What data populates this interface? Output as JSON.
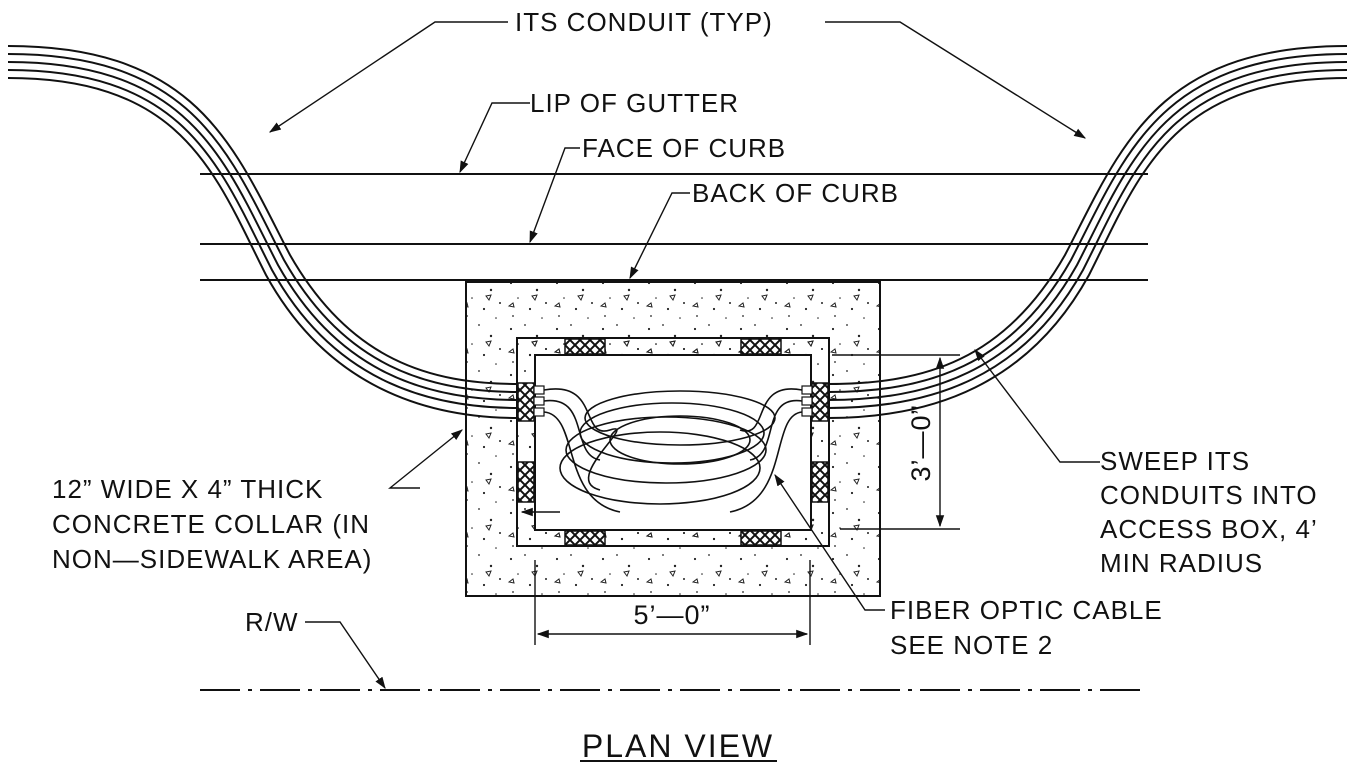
{
  "labels": {
    "its_conduit": "ITS CONDUIT (TYP)",
    "lip_of_gutter": "LIP OF GUTTER",
    "face_of_curb": "FACE OF CURB",
    "back_of_curb": "BACK OF CURB",
    "collar_line1": "12” WIDE X 4” THICK",
    "collar_line2": "CONCRETE COLLAR (IN",
    "collar_line3": "NON—SIDEWALK AREA)",
    "sweep_line1": "SWEEP ITS",
    "sweep_line2": "CONDUITS INTO",
    "sweep_line3": "ACCESS BOX, 4’",
    "sweep_line4": "MIN RADIUS",
    "fiber_line1": "FIBER OPTIC CABLE",
    "fiber_line2": "SEE NOTE 2",
    "rw": "R/W",
    "dim_width": "5’—0”",
    "dim_height": "3’—0”",
    "view_title": "PLAN VIEW"
  }
}
